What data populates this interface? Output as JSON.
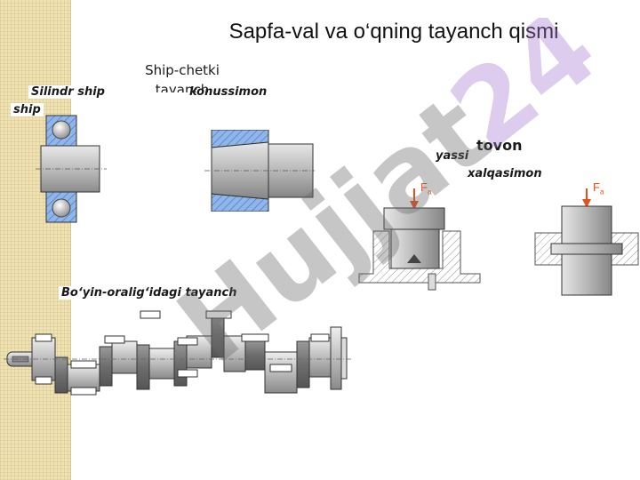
{
  "slide": {
    "title": "Sapfa-val va o‘qning tayanch qismi",
    "subtitle": "Ship-chetki tayanch",
    "watermark": "Hujjat24"
  },
  "labels": {
    "silindr": "Silindr ship",
    "ship": "ship",
    "konussimon": "konussimon",
    "tovon": "tovon",
    "yassi": "yassi",
    "xalqasimon": "xalqasimon",
    "boyin": "Bo‘yin-oralig‘idagi tayanch"
  },
  "forces": {
    "left": "F",
    "left_sub": "a",
    "right": "F",
    "right_sub": "a"
  },
  "colors": {
    "hatch_blue": "#5b8fd6",
    "shaft_gray": "#c8c8c8",
    "force_arrow": "#e8501a",
    "watermark": "#6a6a6a",
    "watermark_accent": "#a77ad4"
  }
}
